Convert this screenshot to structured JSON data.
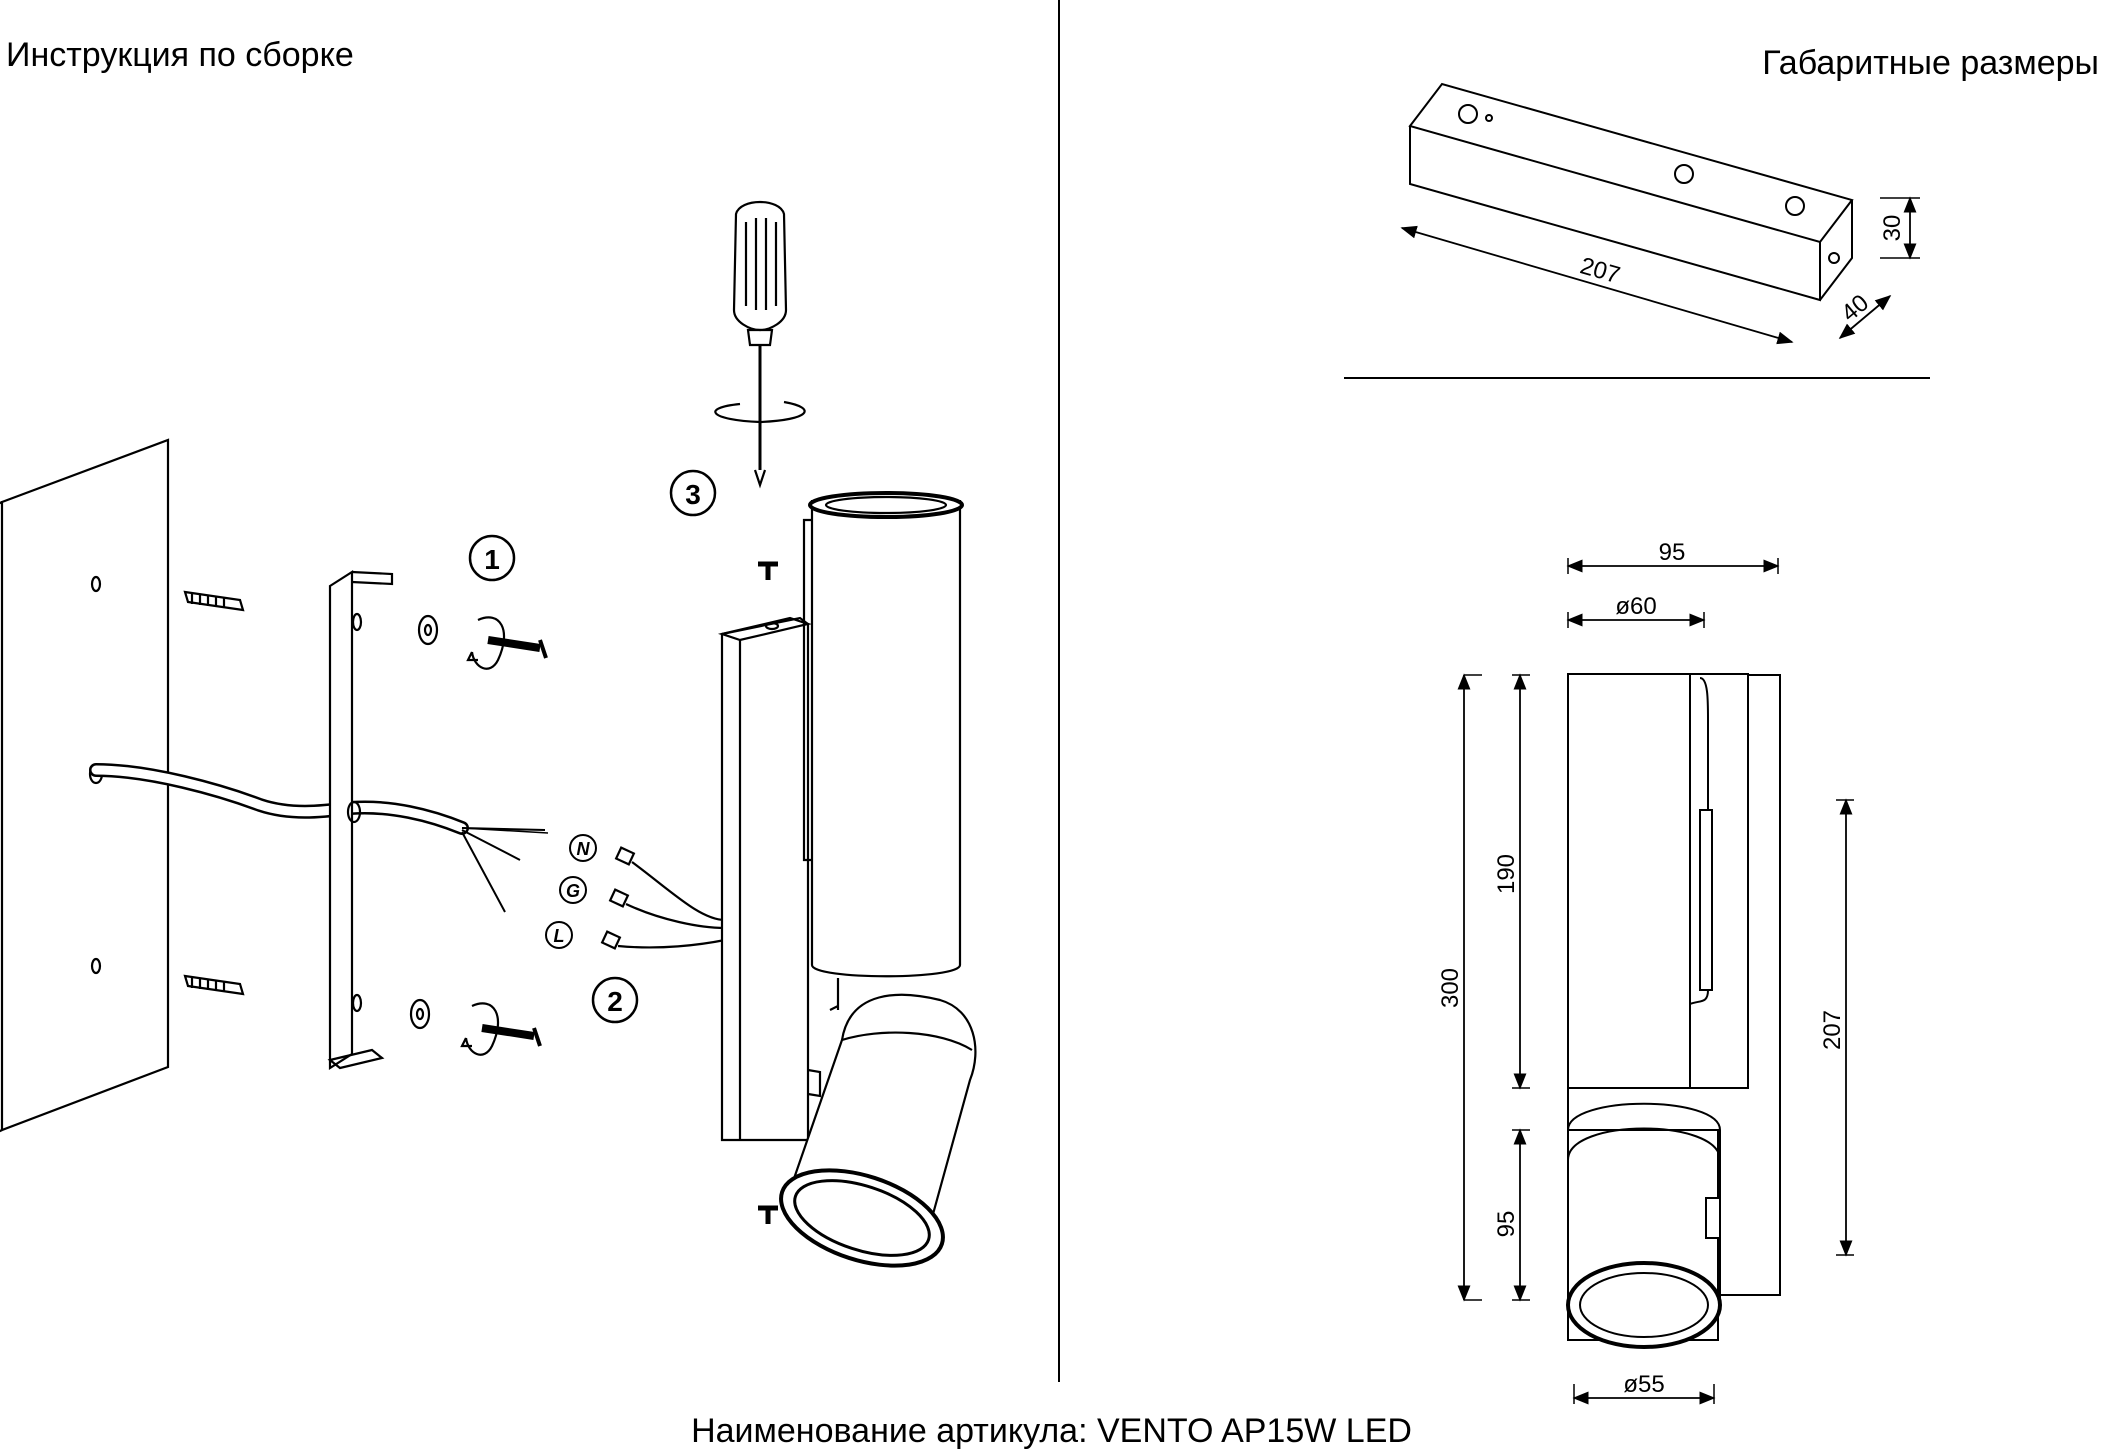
{
  "headings": {
    "assembly": "Инструкция по сборке",
    "dimensions": "Габаритные размеры"
  },
  "product": {
    "caption": "Наименование артикула: VENTO AP15W LED"
  },
  "assembly": {
    "steps": [
      "1",
      "2",
      "3"
    ],
    "wires": [
      "N",
      "G",
      "L"
    ]
  },
  "dimensions_view": {
    "box": {
      "length": "207",
      "height": "30",
      "depth": "40"
    },
    "front": {
      "width_total": "95",
      "dia_top": "ø60",
      "height_total": "300",
      "height_upper": "190",
      "height_lower": "95",
      "height_base": "207",
      "dia_bottom": "ø55"
    }
  }
}
